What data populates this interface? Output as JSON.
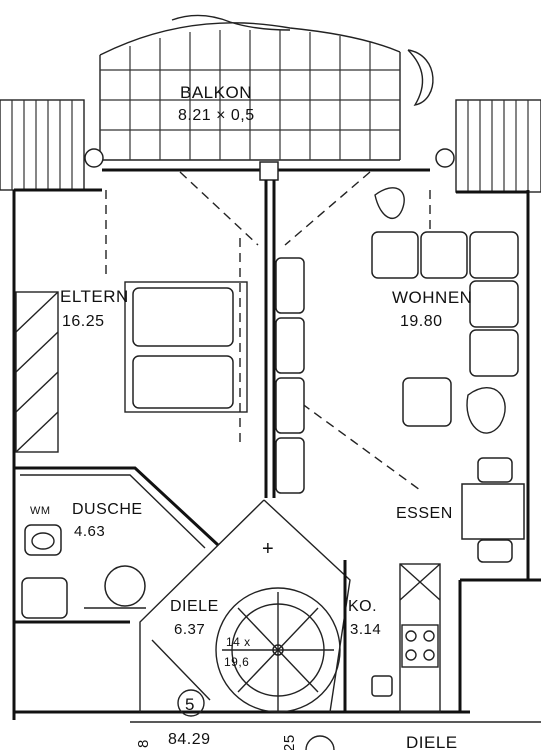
{
  "rooms": {
    "balkon": {
      "name": "BALKON",
      "area": "8.21 × 0,5"
    },
    "eltern": {
      "name": "ELTERN",
      "area": "16.25"
    },
    "wohnen": {
      "name": "WOHNEN",
      "area": "19.80"
    },
    "essen": {
      "name": "ESSEN"
    },
    "dusche": {
      "name": "DUSCHE",
      "area": "4.63"
    },
    "wm": {
      "name": "WM"
    },
    "diele": {
      "name": "DIELE",
      "area": "6.37"
    },
    "kochen": {
      "name": "KO.",
      "area": "3.14"
    }
  },
  "stair": {
    "steps": "14 x",
    "rise": "19,6"
  },
  "unit": {
    "number": "5",
    "total_area": "84.29"
  },
  "bottom_partial": {
    "diele_label": "DIELE",
    "num_a": "8",
    "num_b": "25"
  },
  "colors": {
    "ink": "#111111",
    "paper": "#ffffff"
  }
}
